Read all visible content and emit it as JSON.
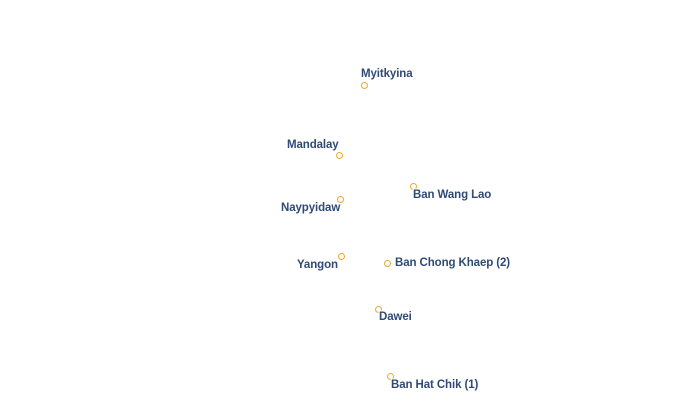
{
  "map": {
    "style": {
      "label_color": "#2f4a75",
      "marker_color": "#e9a93a",
      "background": "#ffffff"
    },
    "places": [
      {
        "name": "Myitkyina"
      },
      {
        "name": "Mandalay"
      },
      {
        "name": "Ban Wang Lao"
      },
      {
        "name": "Naypyidaw"
      },
      {
        "name": "Yangon"
      },
      {
        "name": "Ban Chong Khaep (2)"
      },
      {
        "name": "Dawei"
      },
      {
        "name": "Ban Hat Chik (1)"
      }
    ]
  }
}
